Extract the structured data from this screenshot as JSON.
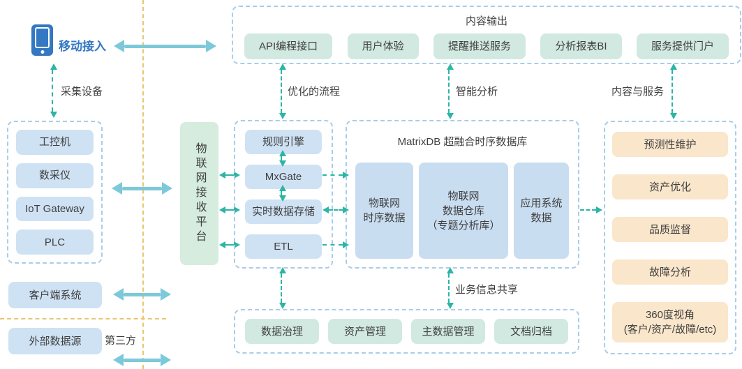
{
  "colors": {
    "node_blue": "#cfe2f4",
    "node_blue_dark": "#c9ddf1",
    "node_teal": "#d2e9e2",
    "node_peach": "#fae6cb",
    "platform_green": "#d5ecdf",
    "dashed_border_blue": "#a9cde9",
    "solid_arrow": "#7cc9d9",
    "dashed_arrow": "#2cb5a5",
    "guide_orange": "#e9c672",
    "accent_blue": "#3478c3",
    "text": "#3f3f3f"
  },
  "mobile": {
    "label": "移动接入"
  },
  "labels": {
    "collect_devices": "采集设备",
    "third_party": "第三方",
    "optimized_process": "优化的流程",
    "intelligent_analysis": "智能分析",
    "content_and_services": "内容与服务",
    "business_info_sharing": "业务信息共享"
  },
  "device_sources": {
    "items": [
      "工控机",
      "数采仪",
      "IoT Gateway",
      "PLC"
    ]
  },
  "client_system": {
    "label": "客户端系统"
  },
  "external_source": {
    "label": "外部数据源"
  },
  "platform": {
    "label": "物联网接收平台"
  },
  "pipeline": {
    "items": [
      "规则引擎",
      "MxGate",
      "实时数据存储",
      "ETL"
    ]
  },
  "content_output": {
    "title": "内容输出",
    "items": [
      "API编程接口",
      "用户体验",
      "提醒推送服务",
      "分析报表BI",
      "服务提供门户"
    ]
  },
  "matrixdb": {
    "title": "MatrixDB 超融合时序数据库",
    "items": [
      "物联网\n时序数据",
      "物联网\n数据仓库\n（专题分析库）",
      "应用系统\n数据"
    ]
  },
  "applications": {
    "items": [
      "预测性维护",
      "资产优化",
      "品质监督",
      "故障分析",
      "360度视角\n(客户/资产/故障/etc)"
    ]
  },
  "governance": {
    "items": [
      "数据治理",
      "资产管理",
      "主数据管理",
      "文档归档"
    ]
  }
}
